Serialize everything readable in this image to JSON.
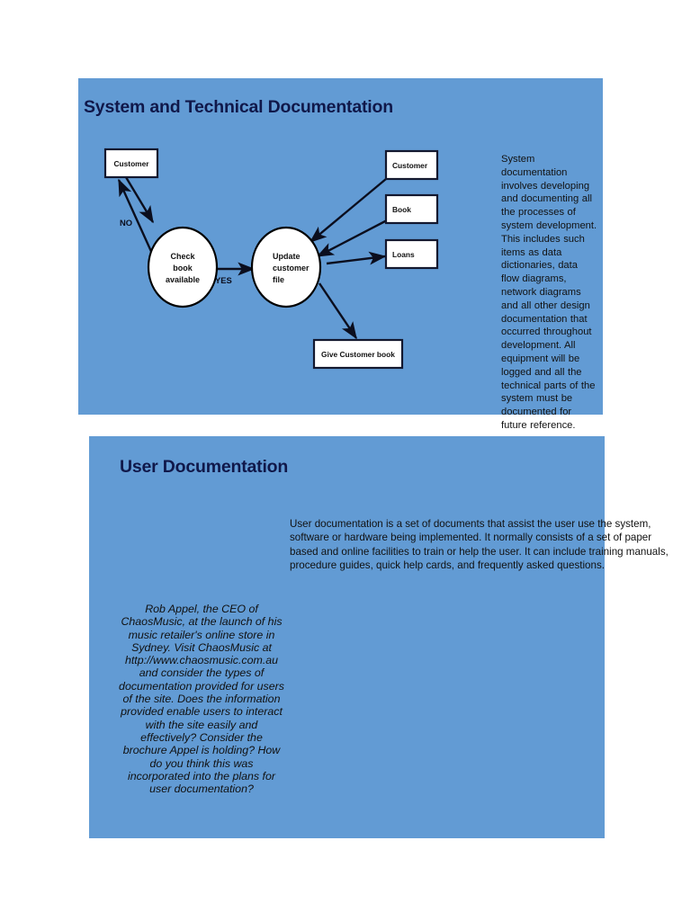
{
  "document": {
    "background_color": "#ffffff",
    "panel_color": "#629BD4",
    "heading_color": "#10184A"
  },
  "sections": [
    {
      "id": "system",
      "heading": "System and Technical Documentation",
      "paragraph": "System documentation involves developing and documenting all the processes of system development. This includes such items as data dictionaries, data flow diagrams, network diagrams and all other design documentation that occurred throughout development. All equipment will be logged and all the technical parts of the system must be documented for future reference."
    },
    {
      "id": "user",
      "heading": "User Documentation",
      "paragraph": "User documentation is a set of documents that assist the user use the system, software or hardware being implemented. It normally consists of a set of paper based and online facilities to train or help the user. It can include training manuals, procedure guides, quick help cards, and frequently asked questions.",
      "caption": "Rob Appel, the CEO of ChaosMusic, at the launch of his music retailer's online store in Sydney. Visit ChaosMusic at http://www.chaosmusic.com.au and consider the types of documentation provided for users of the site. Does the information provided enable users to interact with the site easily and effectively? Consider the brochure Appel is holding? How do you think this was incorporated into the plans for user documentation?"
    }
  ],
  "diagram": {
    "type": "data-flow-diagram",
    "entities": [
      {
        "id": "customer-top-left",
        "label": "Customer"
      },
      {
        "id": "customer-right",
        "label": "Customer"
      },
      {
        "id": "book-right",
        "label": "Book"
      },
      {
        "id": "loans-right",
        "label": "Loans"
      },
      {
        "id": "give-customer-book",
        "label": "Give Customer book"
      }
    ],
    "processes": [
      {
        "id": "check-book-available",
        "lines": [
          "Check",
          "book",
          "available"
        ]
      },
      {
        "id": "update-customer-file",
        "lines": [
          "Update",
          "customer",
          "file"
        ]
      }
    ],
    "branch_labels": [
      {
        "id": "no-label",
        "label": "NO"
      },
      {
        "id": "yes-label",
        "label": "YES"
      }
    ]
  }
}
